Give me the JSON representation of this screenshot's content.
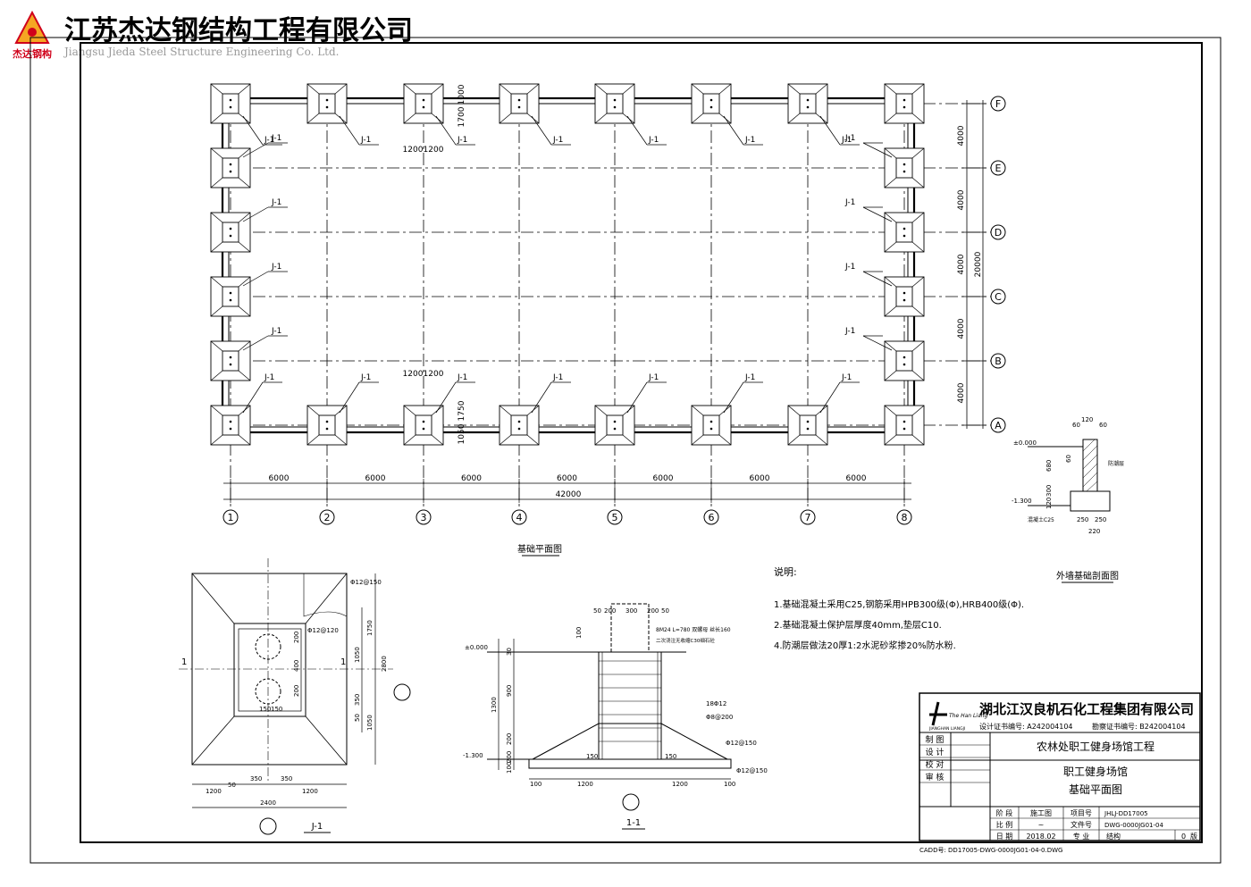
{
  "header": {
    "logo_text": "杰达钢构",
    "company_cn": "江苏杰达钢结构工程有限公司",
    "company_en": "Jiangsu Jieda Steel Structure Engineering Co. Ltd."
  },
  "plan": {
    "title": "基础平面图",
    "footing_label": "J-1",
    "grid_cols": [
      "1",
      "2",
      "3",
      "4",
      "5",
      "6",
      "7",
      "8"
    ],
    "grid_rows": [
      "A",
      "B",
      "C",
      "D",
      "E",
      "F"
    ],
    "bay_dim": "6000",
    "total_width": "42000",
    "row_dim": "4000",
    "total_depth": "20000",
    "dim_1200": "1200",
    "dim_1700": "1700",
    "dim_1000": "1000",
    "dim_1750": "1750",
    "dim_1050": "1050"
  },
  "wall_section": {
    "title": "外墙基础剖面图",
    "level_0": "±0.000",
    "level_neg": "-1.300",
    "dims_top": [
      "60",
      "120",
      "60"
    ],
    "dim_60": "60",
    "dim_680": "680",
    "dim_300": "300",
    "dim_120": "120",
    "dim_250a": "250",
    "dim_250b": "250",
    "dim_220": "220",
    "note_dpc": "防潮层",
    "note_concrete": "混凝土C25"
  },
  "j1_detail": {
    "title": "J-1",
    "section_mark": "1",
    "rebar_a": "Φ12@150",
    "rebar_b": "Φ12@120",
    "dims_right": [
      "1750",
      "1050",
      "2800",
      "1050",
      "350",
      "50"
    ],
    "dims_inner": [
      "200",
      "400",
      "200",
      "150",
      "150"
    ],
    "dims_bottom": [
      "1200",
      "350",
      "350",
      "1200",
      "2400",
      "50"
    ]
  },
  "section_1_1": {
    "title": "1-1",
    "level_0": "±0.000",
    "level_neg": "-1.300",
    "top_dims": [
      "50",
      "200",
      "300",
      "200",
      "50"
    ],
    "anchor": "8M24 L=780 双螺母 丝长160",
    "grout": "二次浇注无收缩C30细石砼",
    "rebar_col": "18Φ12",
    "stirrup": "Φ8@200",
    "rebar_base": "Φ12@150",
    "rebar_base2": "Φ12@150",
    "left_dims": [
      "100",
      "30",
      "900",
      "1300",
      "200",
      "200",
      "100"
    ],
    "base_dims": [
      "100",
      "1200",
      "1200",
      "100"
    ],
    "step": "150",
    "step2": "150"
  },
  "notes": {
    "title": "说明:",
    "items": [
      "1.基础混凝土采用C25,钢筋采用HPB300级(Φ),HRB400级(Φ).",
      "2.基础混凝土保护层厚度40mm,垫层C10.",
      "4.防潮层做法20厚1:2水泥砂浆掺20%防水粉."
    ]
  },
  "title_block": {
    "logo_text": "The Han Liang",
    "logo_sub": "JIANGHAN LIANGJI",
    "company": "湖北江汉良机石化工程集团有限公司",
    "cert_design": "设计证书编号: A242004104",
    "cert_survey": "勘察证书编号: B242004104",
    "roles": [
      "制 图",
      "设 计",
      "校 对",
      "审 核"
    ],
    "project": "农林处职工健身场馆工程",
    "drawing_name_1": "职工健身场馆",
    "drawing_name_2": "基础平面图",
    "stage_label": "阶 段",
    "stage_value": "施工图",
    "project_no_label": "项目号",
    "project_no_value": "JHLJ-DD17005",
    "scale_label": "比 例",
    "scale_value": "~",
    "file_no_label": "文件号",
    "file_no_value": "DWG-0000JG01-04",
    "date_label": "日 期",
    "date_value": "2018.02",
    "discipline_label": "专 业",
    "discipline_value": "结构",
    "version_value": "0",
    "version_label": "版"
  },
  "cad_no": "CADD号: DD17005-DWG-0000JG01-04-0.DWG"
}
